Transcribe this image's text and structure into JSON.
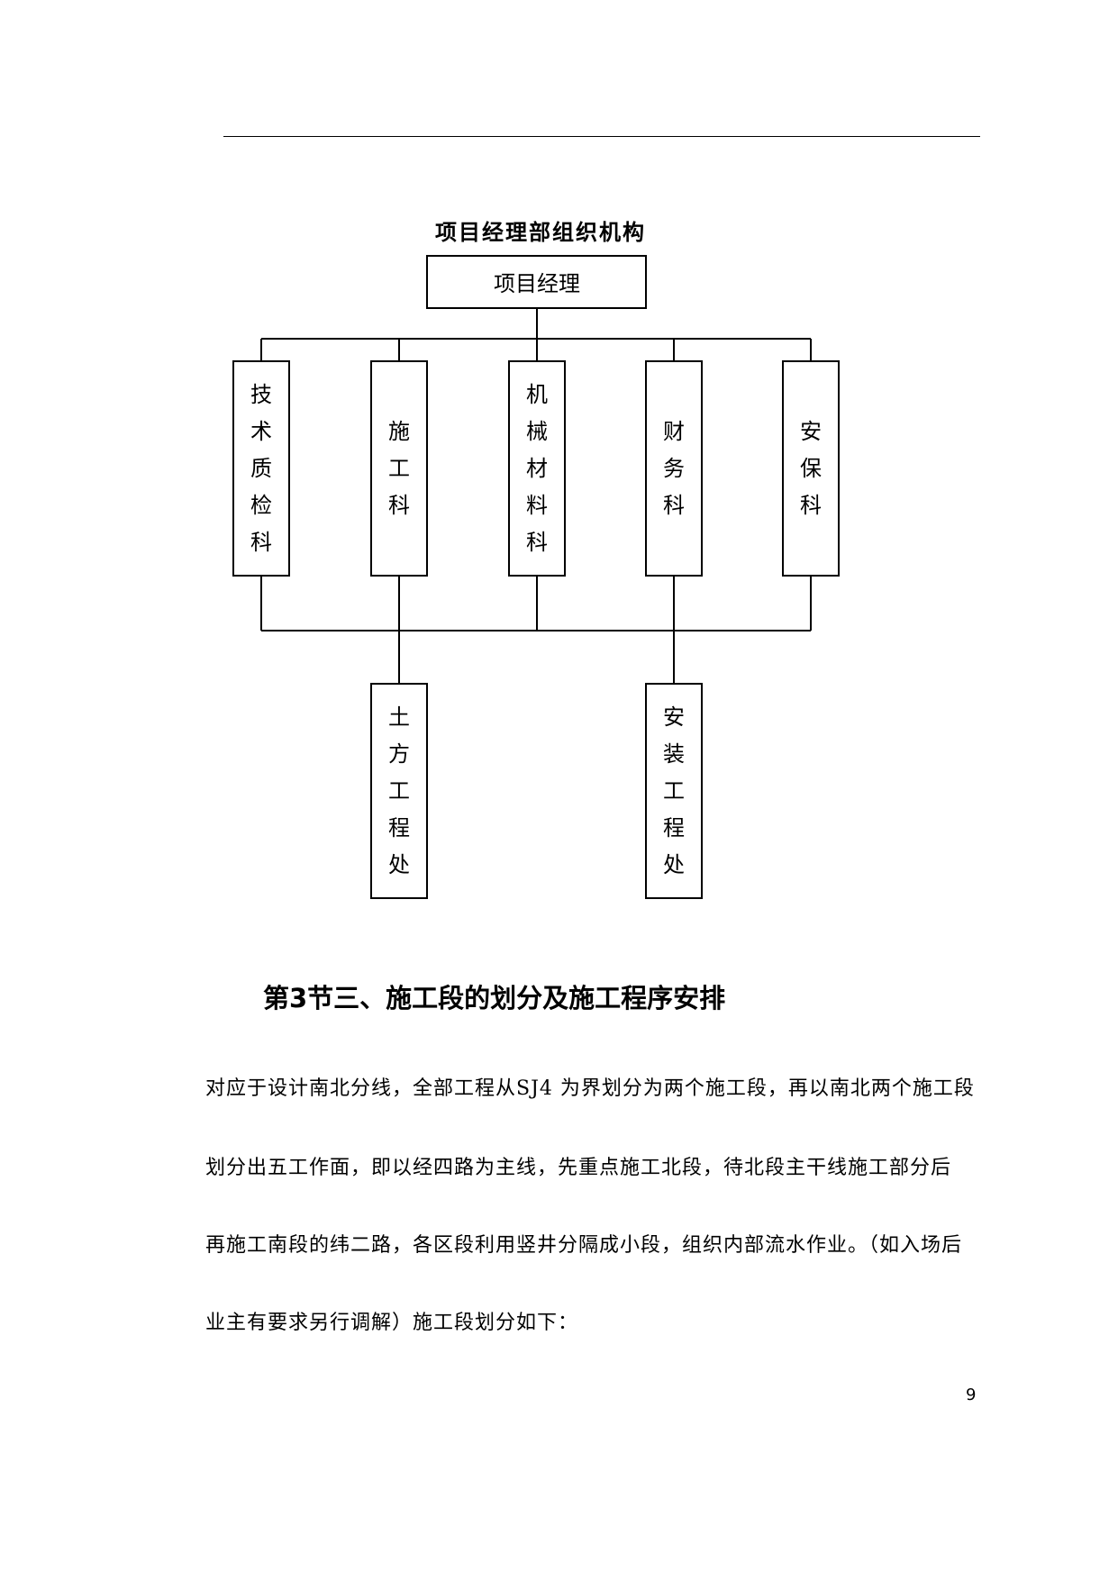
{
  "org_chart": {
    "title": "项目经理部组织机构",
    "top": "项目经理",
    "departments": [
      "技术质检科",
      "施工科",
      "机械材料科",
      "财务科",
      "安保科"
    ],
    "sub_units": [
      "土方工程处",
      "安装工程处"
    ]
  },
  "section_title": "第3节三、施工段的划分及施工程序安排",
  "paragraph_lines": [
    "对应于设计南北分线，全部工程从SJ4 为界划分为两个施工段，再以南北两个施工段",
    "划分出五工作面，即以经四路为主线，先重点施工北段，待北段主干线施工部分后",
    "再施工南段的纬二路，各区段利用竖井分隔成小段，组织内部流水作业。（如入场后",
    "业主有要求另行调解）施工段划分如下："
  ],
  "page_number": "9"
}
